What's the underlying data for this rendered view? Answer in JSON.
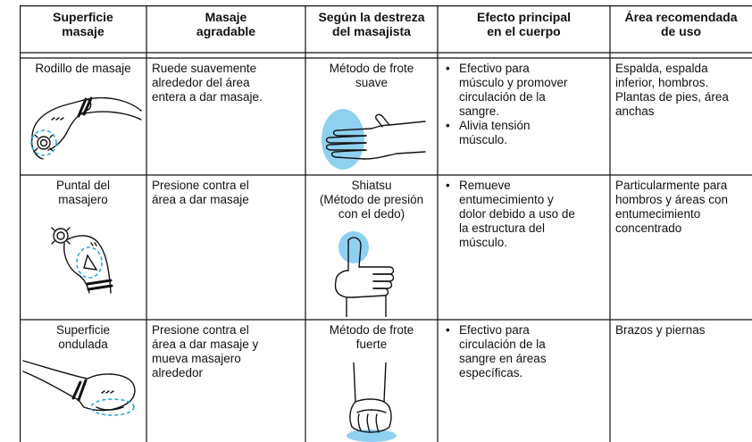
{
  "headers": [
    [
      "Superficie",
      "masaje"
    ],
    [
      "Masaje",
      "agradable"
    ],
    [
      "Según la destreza",
      "del masajista"
    ],
    [
      "Efecto principal",
      "en el cuerpo"
    ],
    [
      "Área recomendada",
      "de uso"
    ]
  ],
  "rows": [
    {
      "surface": [
        "Rodillo de masaje"
      ],
      "massage": [
        "Ruede suavemente",
        "alrededor del área",
        "entera a dar masaje."
      ],
      "technique": [
        "Método de frote",
        "suave"
      ],
      "effects": [
        [
          "Efectivo para",
          "músculo y promover",
          "circulación de la",
          "sangre."
        ],
        [
          "Alivia tensión",
          "músculo."
        ]
      ],
      "area": [
        "Espalda, espalda",
        "inferior, hombros.",
        "Plantas de pies, área",
        "anchas"
      ]
    },
    {
      "surface": [
        "Puntal del",
        "masajero"
      ],
      "massage": [
        "Presione contra el",
        "área a dar masaje"
      ],
      "technique": [
        "Shiatsu",
        "(Método de presión",
        "con el dedo)"
      ],
      "effects": [
        [
          "Remueve",
          "entumecimiento y",
          "dolor debido a uso de",
          "la estructura del",
          "músculo."
        ]
      ],
      "area": [
        "Particularmente para",
        "hombros y áreas con",
        "entumecimiento",
        "concentrado"
      ]
    },
    {
      "surface": [
        "Superficie",
        "ondulada"
      ],
      "massage": [
        "Presione contra el",
        "área a dar masaje y",
        "mueva masajero",
        "alrededor"
      ],
      "technique": [
        "Método de frote",
        "fuerte"
      ],
      "effects": [
        [
          "Efectivo para",
          "circulación de la",
          "sangre en áreas",
          "específicas."
        ]
      ],
      "area": [
        "Brazos y piernas"
      ]
    }
  ],
  "illustrations": {
    "roller": "massager-roller-icon",
    "tip": "massager-tip-icon",
    "wave": "massager-wave-icon",
    "flat_hand": "flat-hand-icon",
    "thumb": "thumbs-up-icon",
    "fist": "fist-icon"
  },
  "colors": {
    "highlight": "#8fd0f0",
    "dash": "#2aa7de",
    "line": "#111111"
  }
}
